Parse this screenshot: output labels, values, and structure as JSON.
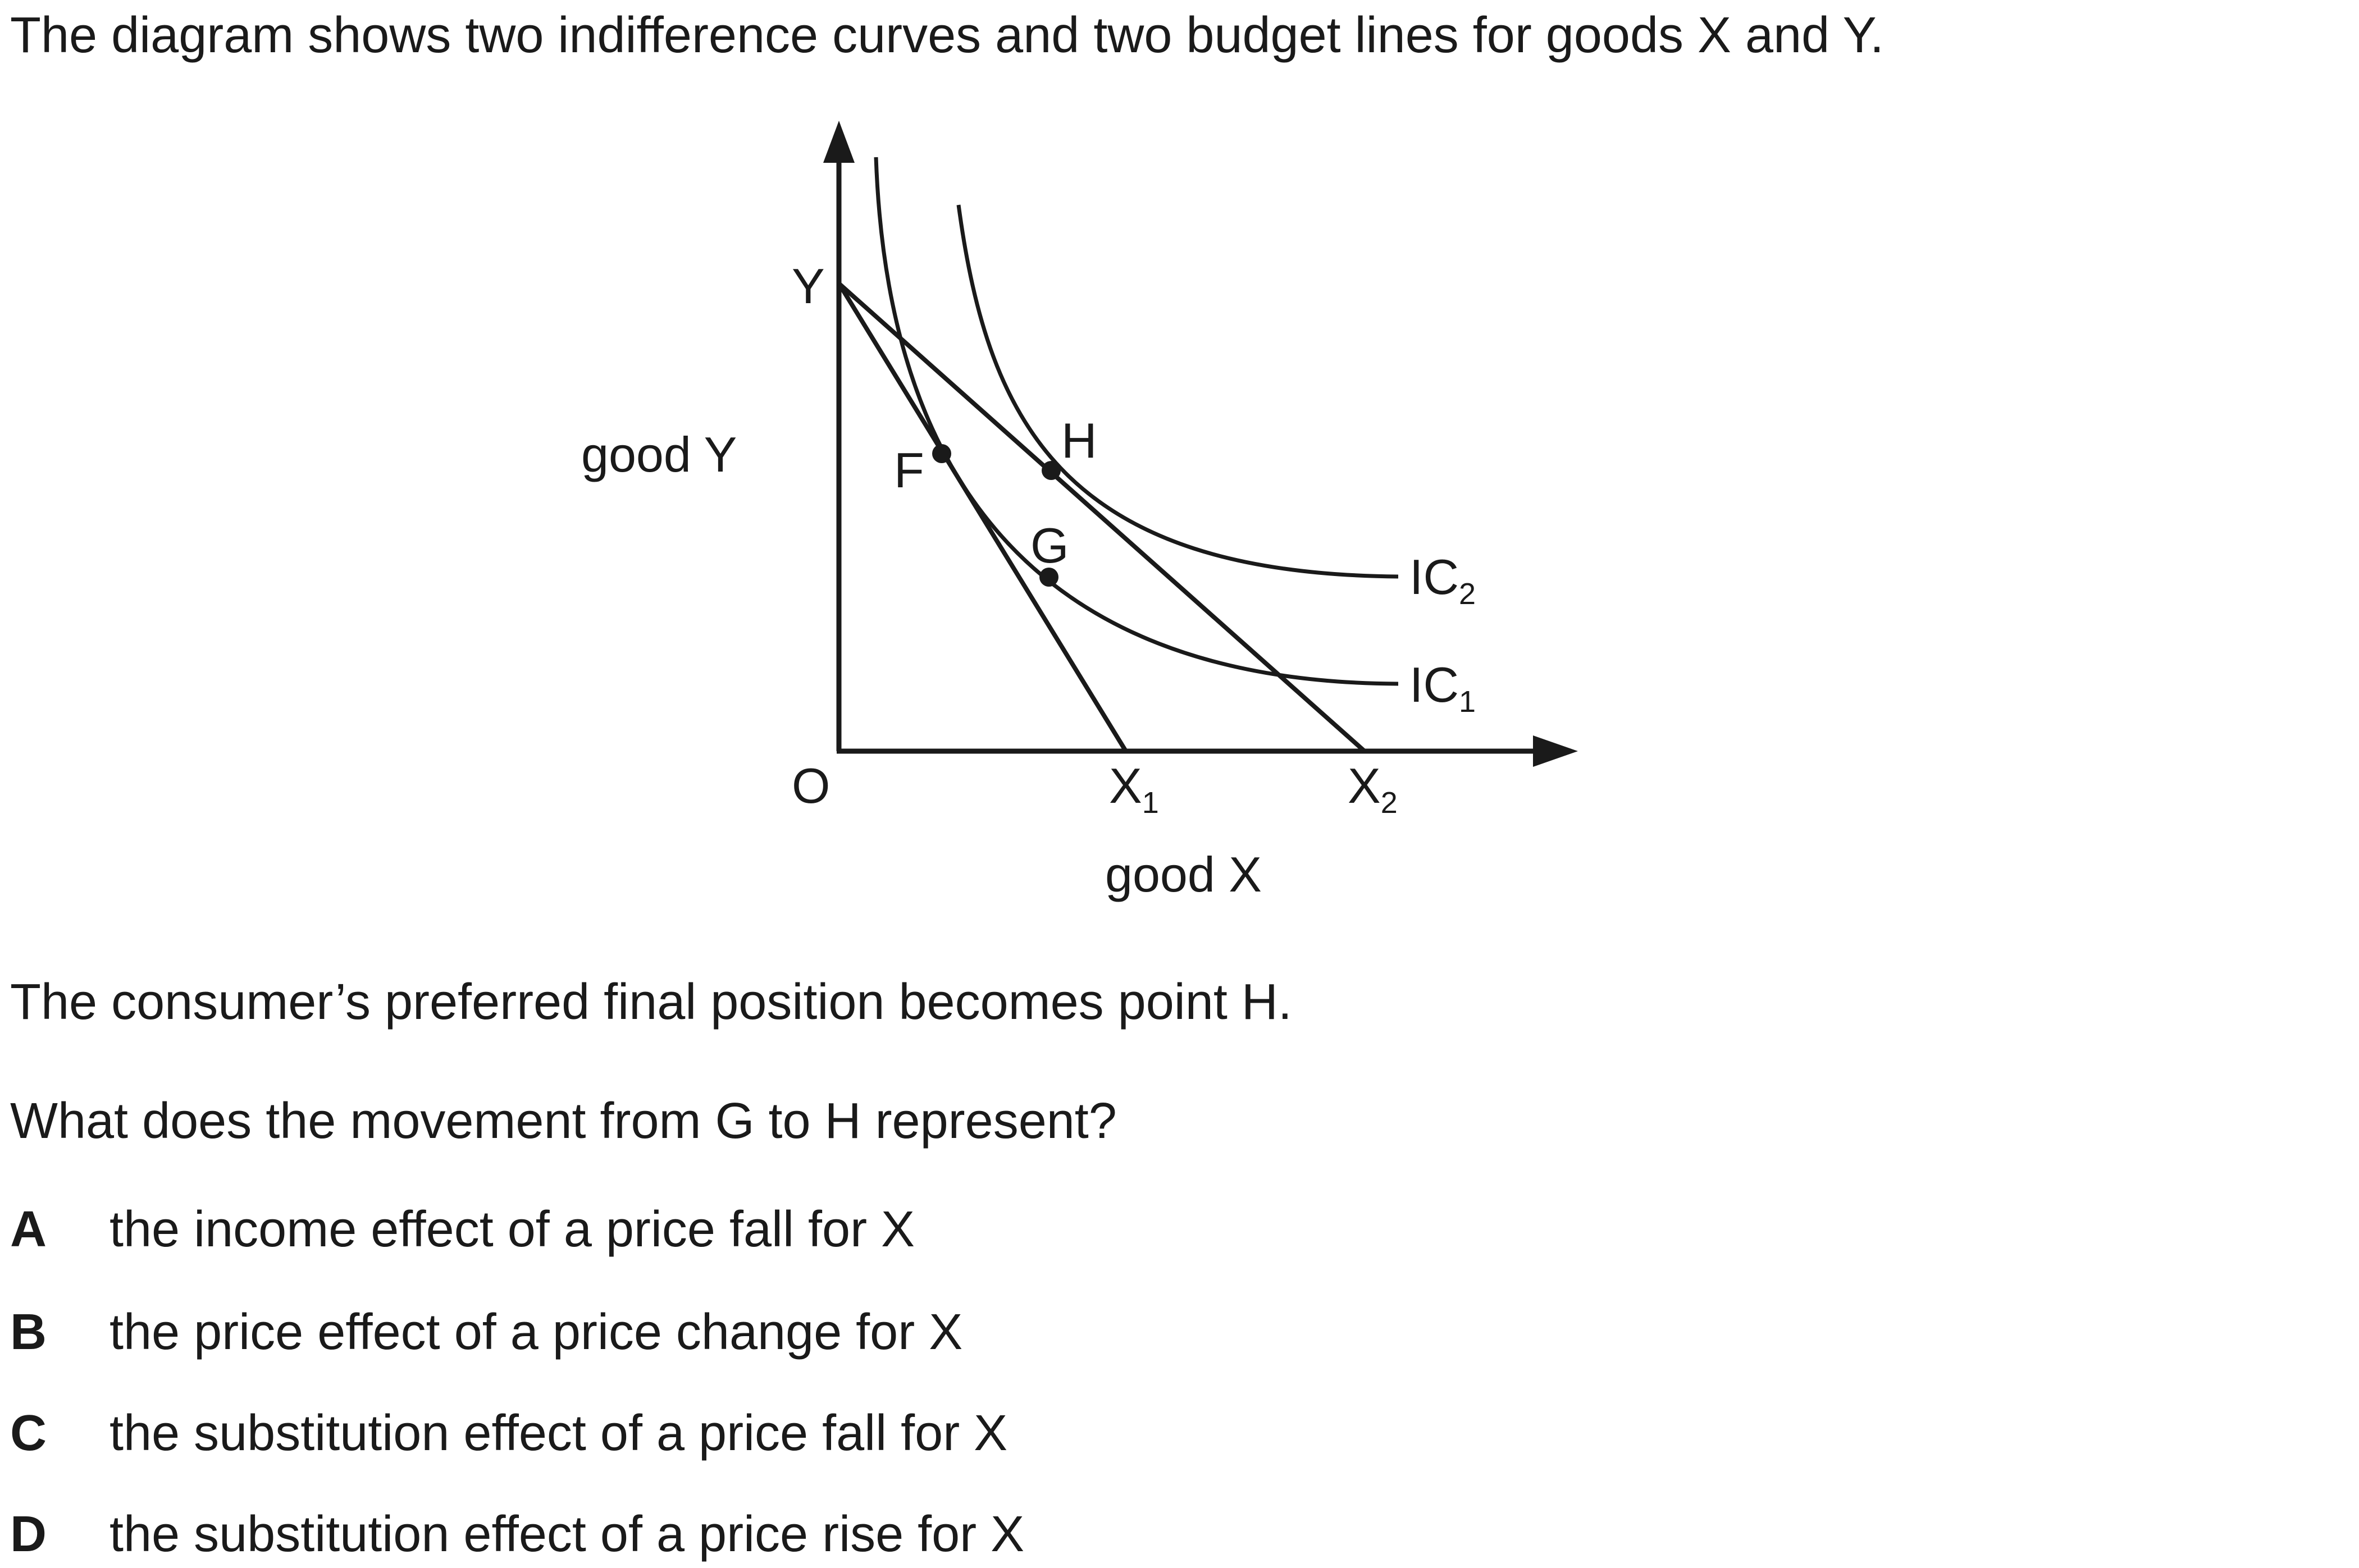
{
  "intro": "The diagram shows two indifference curves and two budget lines for goods X and Y.",
  "diagram": {
    "y_axis_label": "good Y",
    "x_axis_label": "good X",
    "origin_label": "O",
    "y_intercept_label": "Y",
    "x1_label": {
      "base": "X",
      "sub": "1"
    },
    "x2_label": {
      "base": "X",
      "sub": "2"
    },
    "points": {
      "F": "F",
      "G": "G",
      "H": "H"
    },
    "ic1_label": {
      "base": "IC",
      "sub": "1"
    },
    "ic2_label": {
      "base": "IC",
      "sub": "2"
    }
  },
  "statement": "The consumer’s preferred final position becomes point H.",
  "question": "What does the movement from G to H represent?",
  "options": [
    {
      "letter": "A",
      "text": "the income effect of a price fall for X"
    },
    {
      "letter": "B",
      "text": "the price effect of a price change for X"
    },
    {
      "letter": "C",
      "text": "the substitution effect of a price fall for X"
    },
    {
      "letter": "D",
      "text": "the substitution effect of a price rise for X"
    }
  ]
}
